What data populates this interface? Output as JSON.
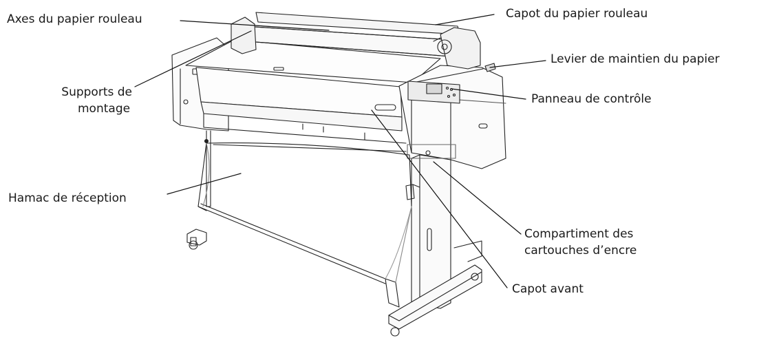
{
  "labels": {
    "roll_shafts": "Axes du papier rouleau",
    "roll_cover": "Capot du papier rouleau",
    "paper_lever": "Levier de maintien du papier",
    "mount_line1": "Supports de",
    "mount_line2": "montage",
    "control_panel": "Panneau de contrôle",
    "basket": "Hamac de réception",
    "ink_line1": "Compartiment des",
    "ink_line2": "cartouches d’encre",
    "front_cover": "Capot avant"
  }
}
